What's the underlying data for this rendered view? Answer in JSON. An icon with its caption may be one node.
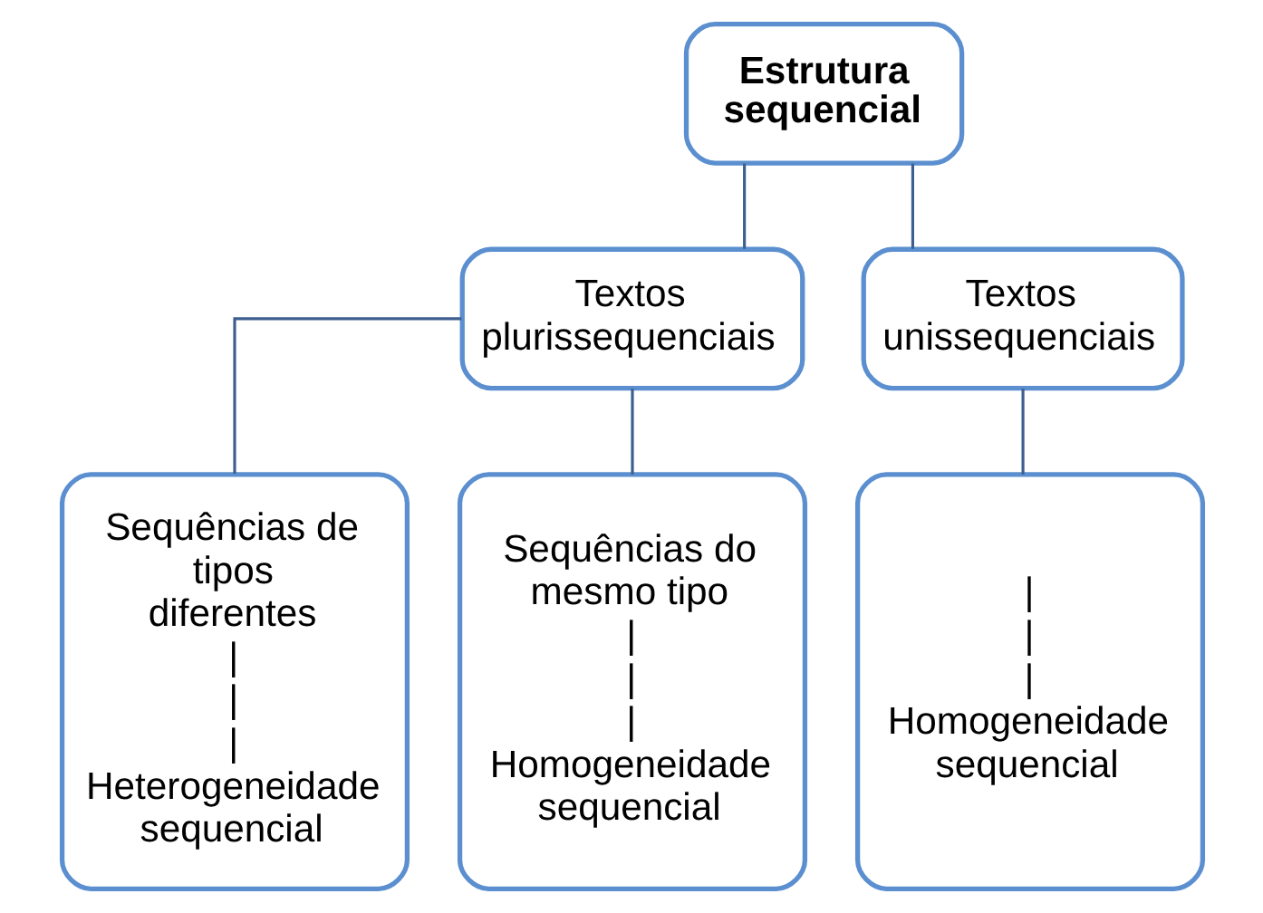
{
  "diagram": {
    "nodes": [
      {
        "text": [
          "Estrutura sequencial"
        ]
      },
      {
        "text": [
          "Textos plurissequenciais"
        ]
      },
      {
        "text": [
          "Textos unissequenciais"
        ]
      },
      {
        "text": [
          "Sequências de tipos diferentes",
          "|",
          "|",
          "|",
          "Heterogeneidade sequencial"
        ]
      },
      {
        "text": [
          "Sequências do mesmo tipo",
          "|",
          "|",
          "|",
          "Homogeneidade sequencial"
        ]
      },
      {
        "text": [
          "|",
          "|",
          "|",
          "Homogeneidade sequencial"
        ]
      }
    ],
    "edges": [
      {
        "from": 0,
        "to": 1,
        "arrow": "none"
      },
      {
        "from": 0,
        "to": 2,
        "arrow": "none"
      },
      {
        "from": 1,
        "to": 3,
        "arrow": "none"
      },
      {
        "from": 1,
        "to": 4,
        "arrow": "none"
      },
      {
        "from": 2,
        "to": 5,
        "arrow": "none"
      }
    ]
  }
}
